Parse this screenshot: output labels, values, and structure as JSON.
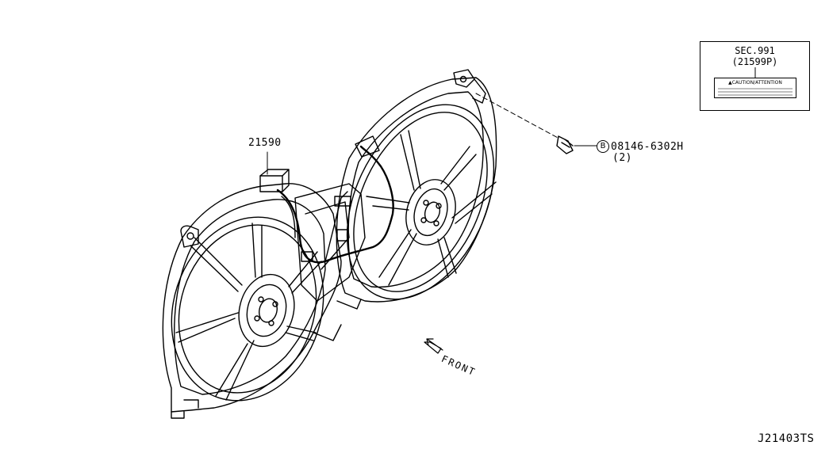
{
  "labels": {
    "part_main": "21590",
    "bolt_prefix": "B",
    "bolt_code": "08146-6302H",
    "bolt_qty": "(2)",
    "front": "FRONT",
    "diagram_id": "J21403TS"
  },
  "inset": {
    "section": "SEC.991",
    "part_code": "(21599P)",
    "caution": "▲CAUTION/ATTENTION"
  }
}
